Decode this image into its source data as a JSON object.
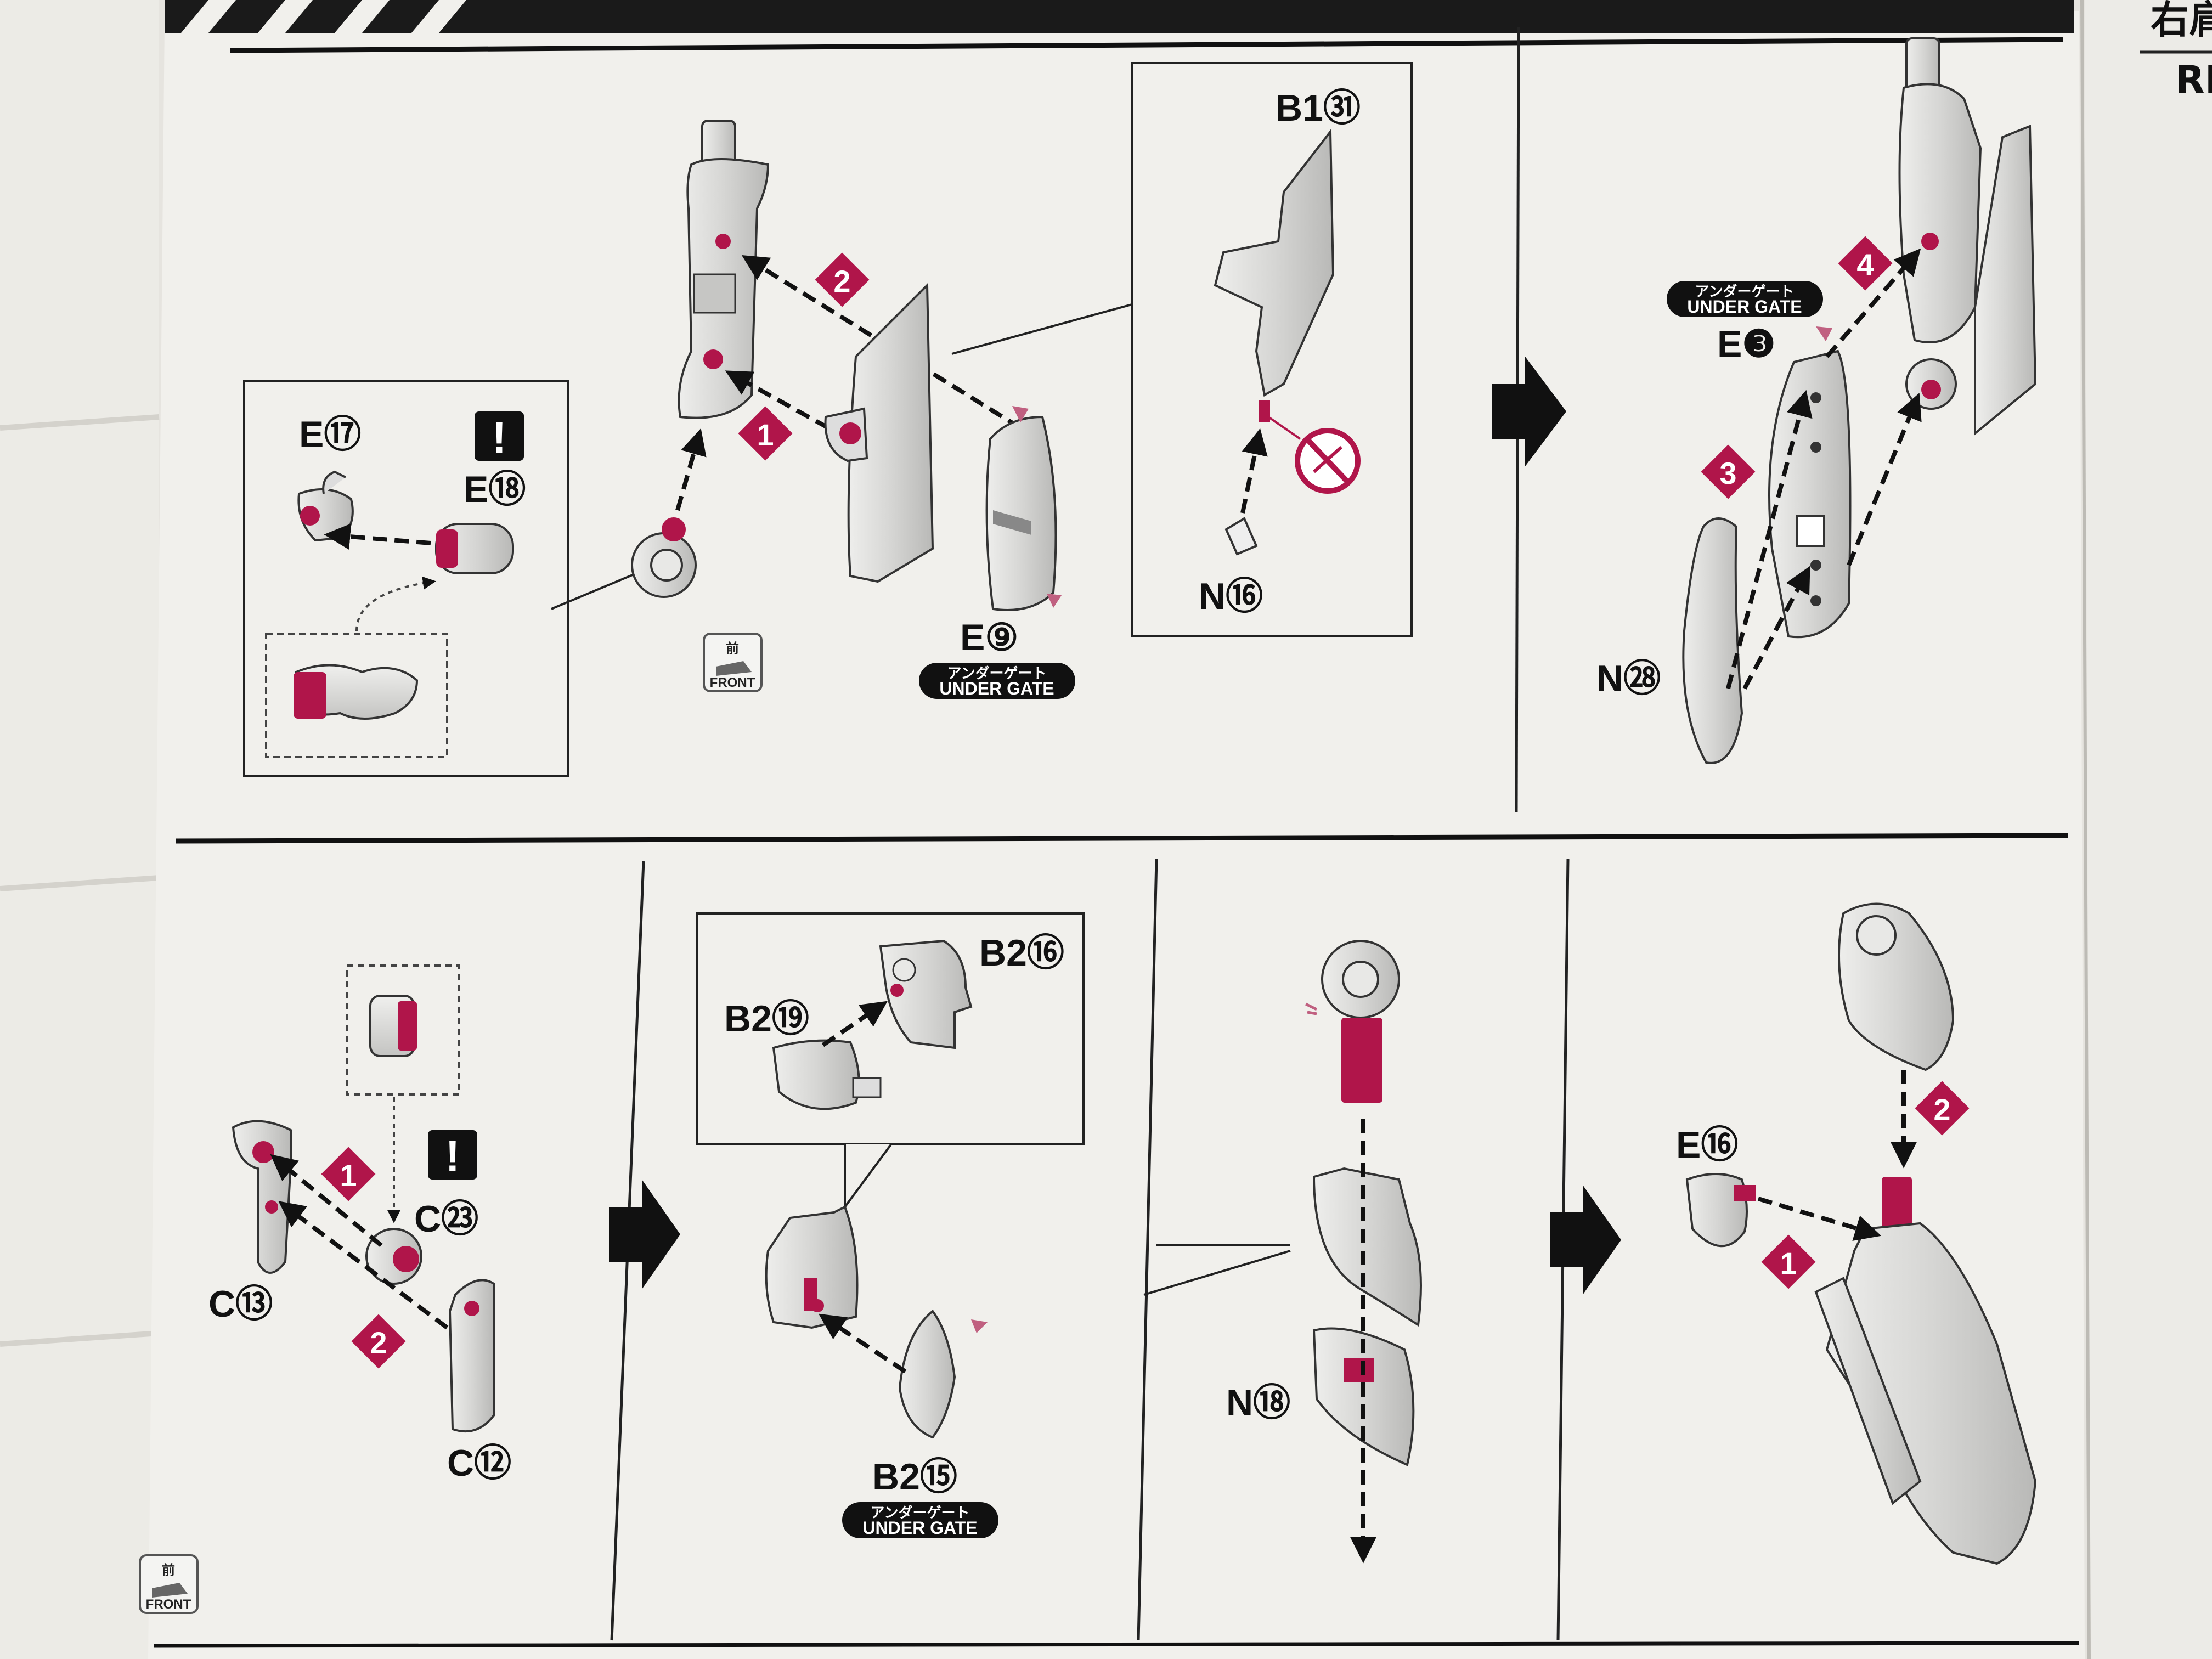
{
  "colors": {
    "accent": "#b0154a",
    "ink": "#111111",
    "paper": "#f2f1ee",
    "part": "#d9d9d7"
  },
  "header": {
    "title_fragment": "右肩",
    "subtitle_fragment": "RI"
  },
  "top_step": {
    "inset_labels": {
      "e17": "E⑰",
      "e18": "E⑱"
    },
    "warning": "!",
    "step_numbers": [
      "1",
      "2"
    ],
    "labels": {
      "e9": "E⑨"
    },
    "under_gate": {
      "jp": "アンダーゲート",
      "en": "UNDER GATE"
    },
    "front": {
      "jp": "前",
      "en": "FRONT"
    },
    "detail_labels": {
      "b1_31": "B1㉛",
      "n16": "N⑯"
    }
  },
  "top_right_step": {
    "under_gate": {
      "jp": "アンダーゲート",
      "en": "UNDER GATE"
    },
    "labels": {
      "e3": "E❸",
      "n28": "N㉘"
    },
    "step_numbers": [
      "3",
      "4"
    ]
  },
  "bottom_step_1": {
    "warning": "!",
    "labels": {
      "c23": "C㉓",
      "c13": "C⑬",
      "c12": "C⑫"
    },
    "step_numbers": [
      "1",
      "2"
    ],
    "front": {
      "jp": "前",
      "en": "FRONT"
    }
  },
  "bottom_step_2": {
    "labels": {
      "b2_16": "B2⑯",
      "b2_19": "B2⑲",
      "b2_15": "B2⑮"
    },
    "under_gate": {
      "jp": "アンダーゲート",
      "en": "UNDER GATE"
    }
  },
  "bottom_step_3": {
    "labels": {
      "n18": "N⑱"
    }
  },
  "bottom_step_4": {
    "labels": {
      "e16": "E⑯"
    },
    "step_numbers": [
      "1",
      "2"
    ]
  }
}
